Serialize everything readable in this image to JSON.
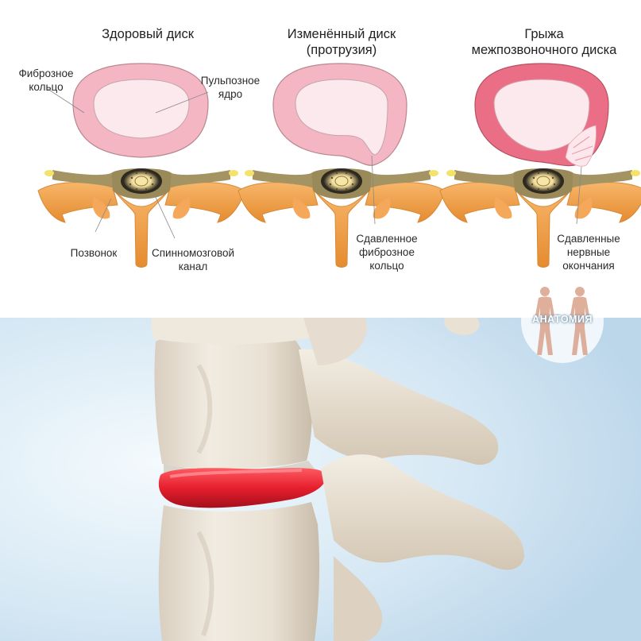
{
  "titles": {
    "healthy": "Здоровый диск",
    "changed_line1": "Изменённый диск",
    "changed_line2": "(протрузия)",
    "hernia_line1": "Грыжа",
    "hernia_line2": "межпозвоночного диска"
  },
  "labels": {
    "fibrous_ring_line1": "Фиброзное",
    "fibrous_ring_line2": "кольцо",
    "nucleus_line1": "Пульпозное",
    "nucleus_line2": "ядро",
    "vertebra": "Позвонок",
    "spinal_canal_line1": "Спинномозговой",
    "spinal_canal_line2": "канал",
    "compressed_ring_line1": "Сдавленное",
    "compressed_ring_line2": "фиброзное",
    "compressed_ring_line3": "кольцо",
    "compressed_nerves_line1": "Сдавленные",
    "compressed_nerves_line2": "нервные",
    "compressed_nerves_line3": "окончания"
  },
  "logo": {
    "text": "АНАТОМИЯ"
  },
  "colors": {
    "annulus": "#f4b6c2",
    "annulus_inflamed": "#ea6f86",
    "nucleus": "#fbe9ed",
    "bone": "#f2a14b",
    "ligament": "#a59463",
    "herniation": "#e51f2d",
    "background_bottom": "#dcecf6"
  },
  "icons": [
    "vertebra-cross-section-icon",
    "spinal-cord-icon",
    "human-body-icon"
  ]
}
